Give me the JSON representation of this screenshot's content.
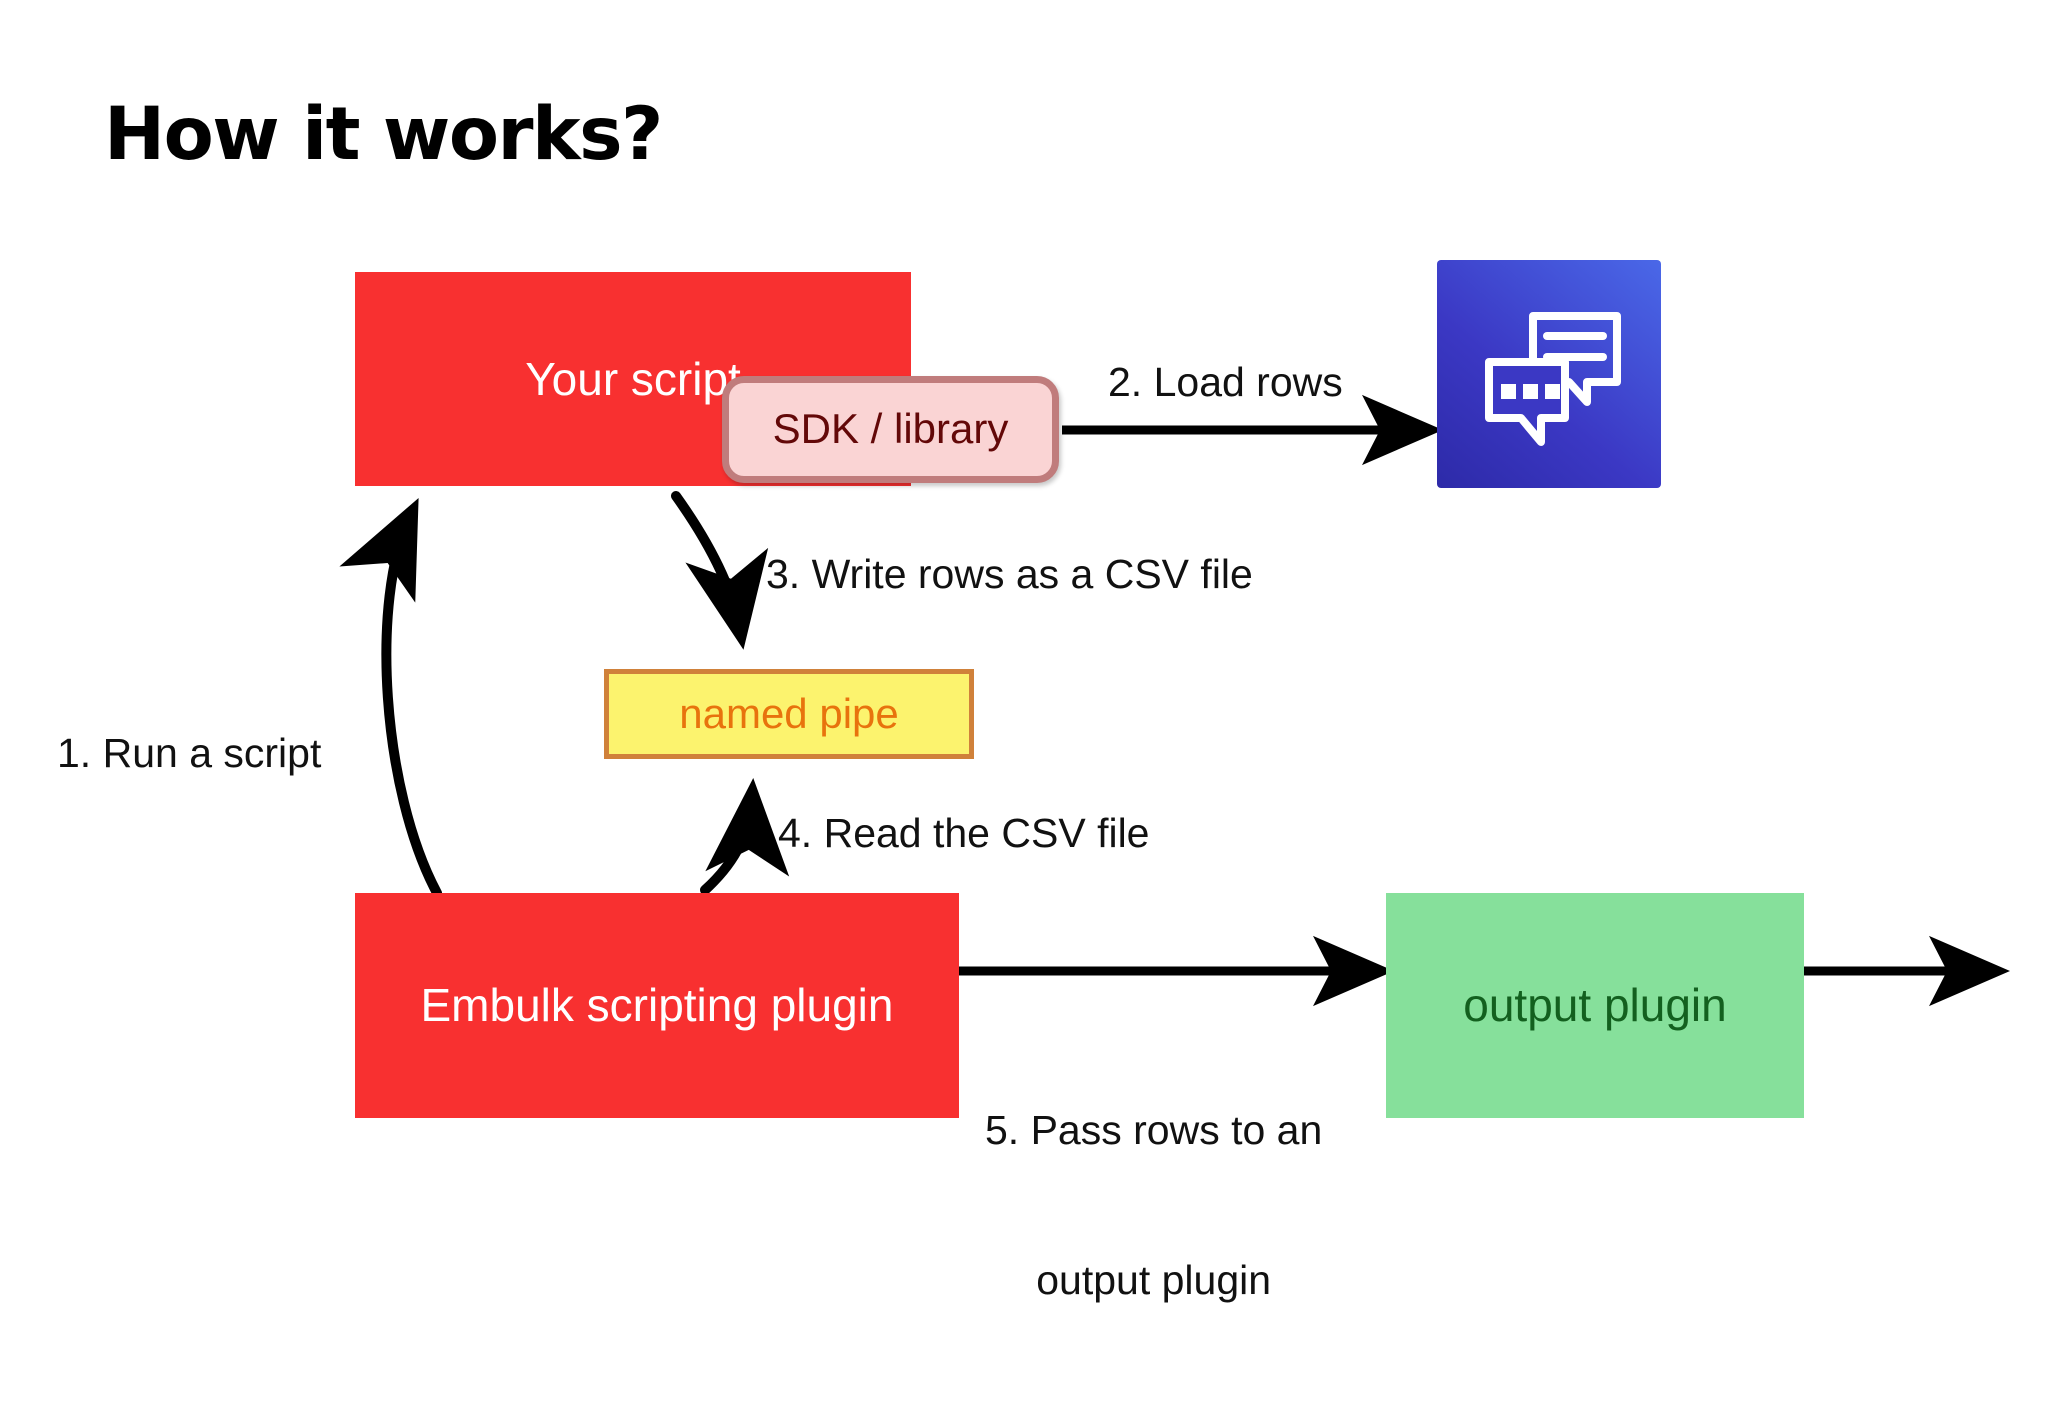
{
  "page": {
    "title": "How it works?",
    "background": "#ffffff"
  },
  "colors": {
    "red_box": "#f83030",
    "green_box": "#86e09b",
    "green_text": "#13601f",
    "yellow_box": "#fcf36e",
    "yellow_border": "#d0813a",
    "orange_text": "#e8730d",
    "pink_box": "#fad4d4",
    "pink_border": "#c07c7c",
    "maroon_text": "#630808",
    "icon_blue_dark": "#2d2aa8",
    "icon_blue_light": "#4a68e8",
    "arrow": "#000000",
    "title_text": "#000000",
    "label_text": "#111111"
  },
  "nodes": {
    "your_script": {
      "label": "Your script"
    },
    "sdk_library": {
      "label": "SDK / library"
    },
    "named_pipe": {
      "label": "named pipe"
    },
    "embulk_plugin": {
      "label": "Embulk scripting plugin"
    },
    "output_plugin": {
      "label": "output plugin"
    },
    "service_icon": {
      "name": "chat-bubbles-icon"
    }
  },
  "steps": [
    {
      "number": "1",
      "label": "1. Run a script",
      "from": "embulk-scripting-plugin",
      "to": "your-script"
    },
    {
      "number": "2",
      "label": "2. Load rows",
      "from": "sdk-library",
      "to": "service-icon"
    },
    {
      "number": "3",
      "label": "3. Write rows as a CSV file",
      "from": "your-script",
      "to": "named-pipe"
    },
    {
      "number": "4",
      "label": "4. Read the CSV file",
      "from": "embulk-scripting-plugin",
      "to": "named-pipe"
    },
    {
      "number": "5",
      "label_line1": "5. Pass rows to an",
      "label_line2": "output plugin",
      "from": "embulk-scripting-plugin",
      "to": "output-plugin"
    }
  ]
}
